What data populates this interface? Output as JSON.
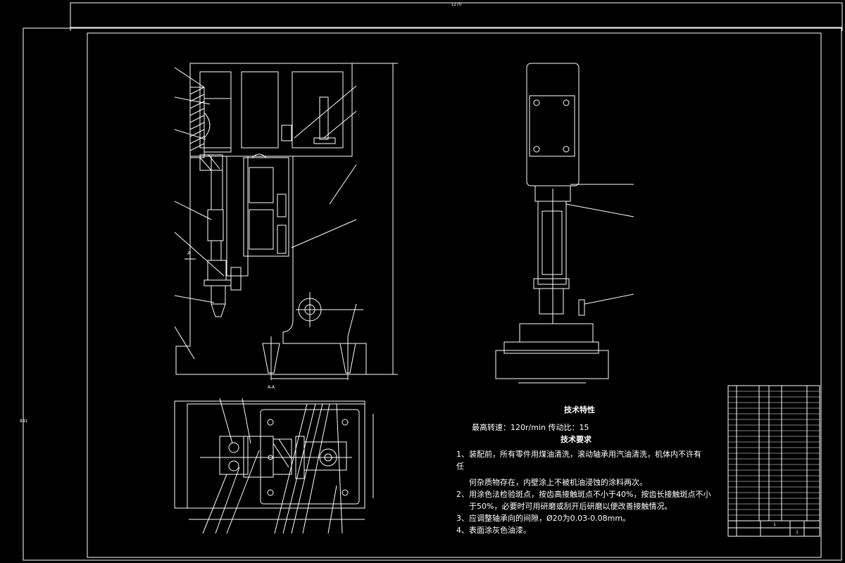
{
  "frame": {
    "top_dimension": "1270",
    "left_dimension": "841"
  },
  "views": {
    "section_label": "A-A",
    "section_mark": "A"
  },
  "tech_char": {
    "title": "技术特性",
    "spec_line": "最高转速：120r/min  传动比：15"
  },
  "tech_req": {
    "title": "技术要求",
    "item1_a": "1、装配前，所有零件用煤油清洗，滚动轴承用汽油清洗，机体内不许有",
    "item1_b": "任",
    "item1_c": "何杂质物存在，内壁涂上不被机油浸蚀的涂料两次。",
    "item2_a": "2、用涂色法检验斑点，按齿高接触斑点不小于40%，按齿长接触斑点不小",
    "item2_b": "于50%，必要时可用研磨或刮开后研磨以便改善接触情况。",
    "item3": "3、应调整轴承向的间隙，Ø20为0.03-0.08mm。",
    "item4": "4、表面涂灰色油漆。"
  },
  "title_block": {
    "scale": "1",
    "sheet": "1"
  }
}
